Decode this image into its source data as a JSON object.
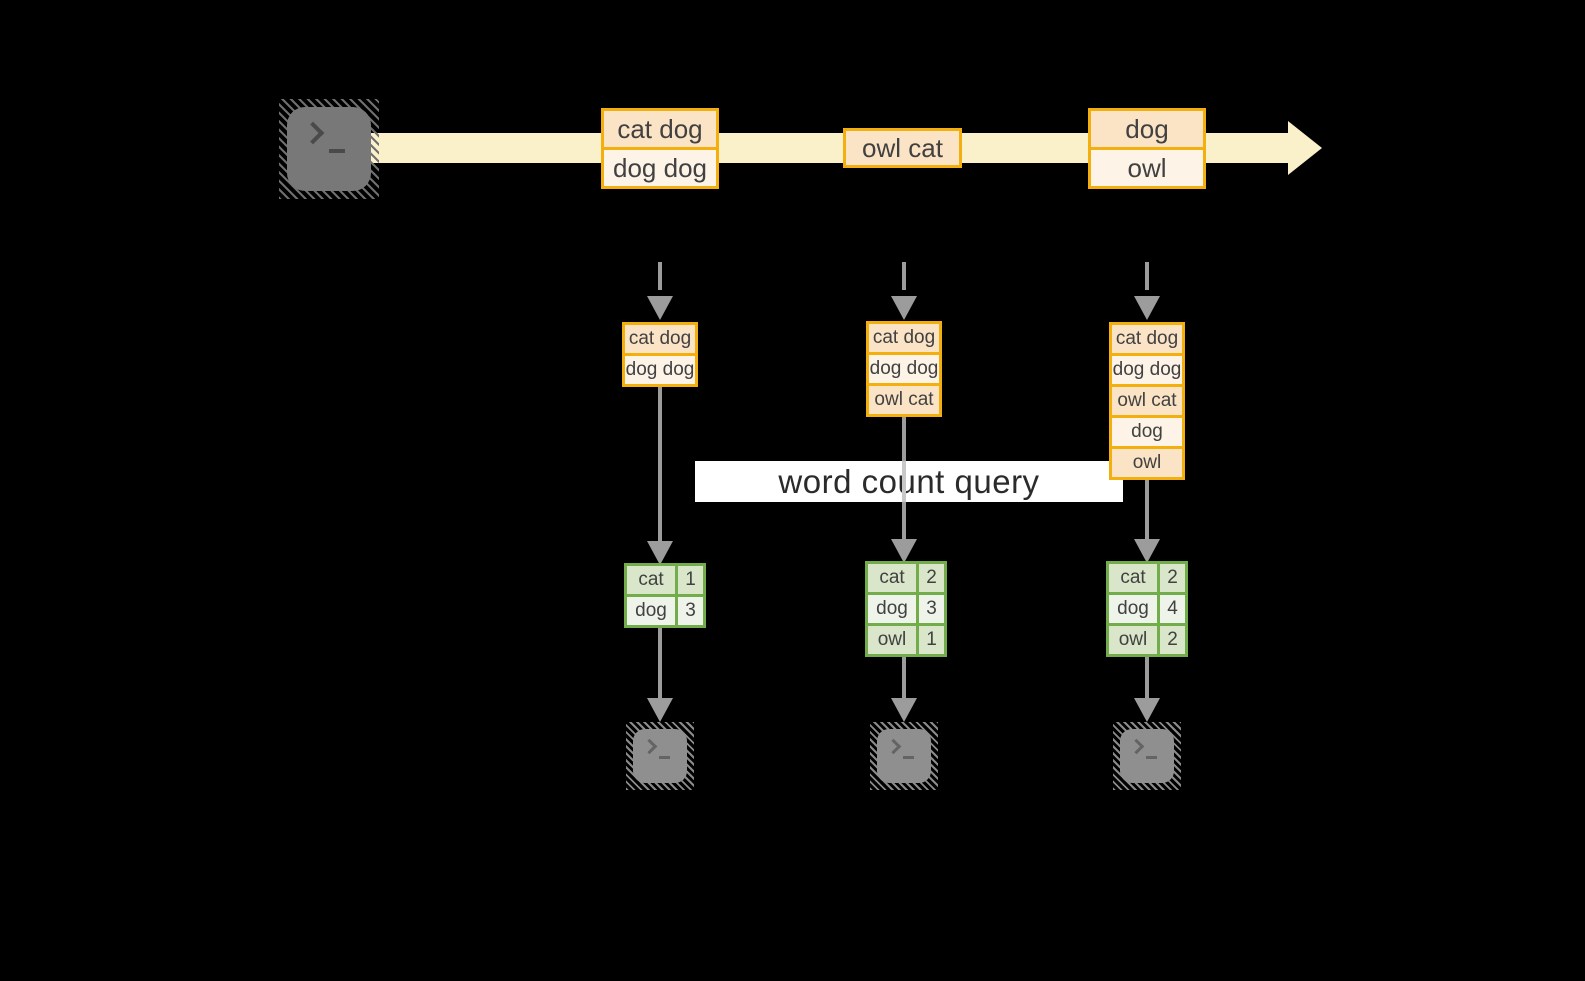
{
  "banner": {
    "label": "word count query"
  },
  "stream": {
    "input_boxes": [
      {
        "rows": [
          "cat dog",
          "dog dog"
        ]
      },
      {
        "rows": [
          "owl cat"
        ]
      },
      {
        "rows": [
          "dog",
          "owl"
        ]
      }
    ]
  },
  "columns": [
    {
      "buffer_rows": [
        "cat dog",
        "dog dog"
      ],
      "counts": [
        {
          "word": "cat",
          "count": "1"
        },
        {
          "word": "dog",
          "count": "3"
        }
      ]
    },
    {
      "buffer_rows": [
        "cat dog",
        "dog dog",
        "owl cat"
      ],
      "counts": [
        {
          "word": "cat",
          "count": "2"
        },
        {
          "word": "dog",
          "count": "3"
        },
        {
          "word": "owl",
          "count": "1"
        }
      ]
    },
    {
      "buffer_rows": [
        "cat dog",
        "dog dog",
        "owl cat",
        "dog",
        "owl"
      ],
      "counts": [
        {
          "word": "cat",
          "count": "2"
        },
        {
          "word": "dog",
          "count": "4"
        },
        {
          "word": "owl",
          "count": "2"
        }
      ]
    }
  ],
  "icons": {
    "terminal": "terminal-prompt ❯_",
    "stream_arrow": "right-arrow",
    "flow_arrow": "down-arrow"
  },
  "colors": {
    "background": "#000000",
    "stream_band": "#FAF0CA",
    "box_border": "#F2AF0E",
    "box_fill_peach": "#FBE3C5",
    "box_fill_cream": "#FDF3E7",
    "table_border": "#73AD4B",
    "table_fill_sage": "#D9E6CA",
    "table_fill_light": "#EFF4EB",
    "arrow_gray": "#9C9C9C",
    "banner_bg": "#FFFFFF",
    "text": "#414141"
  }
}
